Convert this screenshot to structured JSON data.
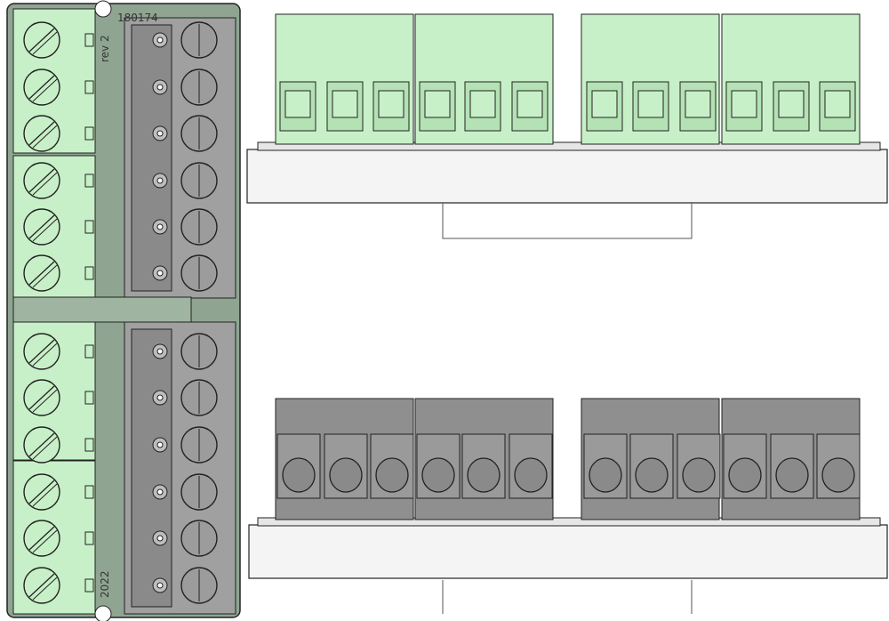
{
  "board": {
    "rev_label": "rev 2",
    "year_label": "2022",
    "part_label": "180174"
  },
  "views": {
    "top_view": {
      "terminal_color": "#c8f0c8",
      "header_color": "#9a9a9a"
    },
    "side_view_green": {
      "terminal_count": 12,
      "color": "#c8f0c8"
    },
    "side_view_grey": {
      "terminal_count": 12,
      "color": "#8f8f8f"
    }
  },
  "colors": {
    "pcb": "#8fa592",
    "green_terminal": "#c8f0c8",
    "grey_terminal": "#8f8f8f",
    "base_plate": "#f2f2f2",
    "outline": "#222222"
  }
}
